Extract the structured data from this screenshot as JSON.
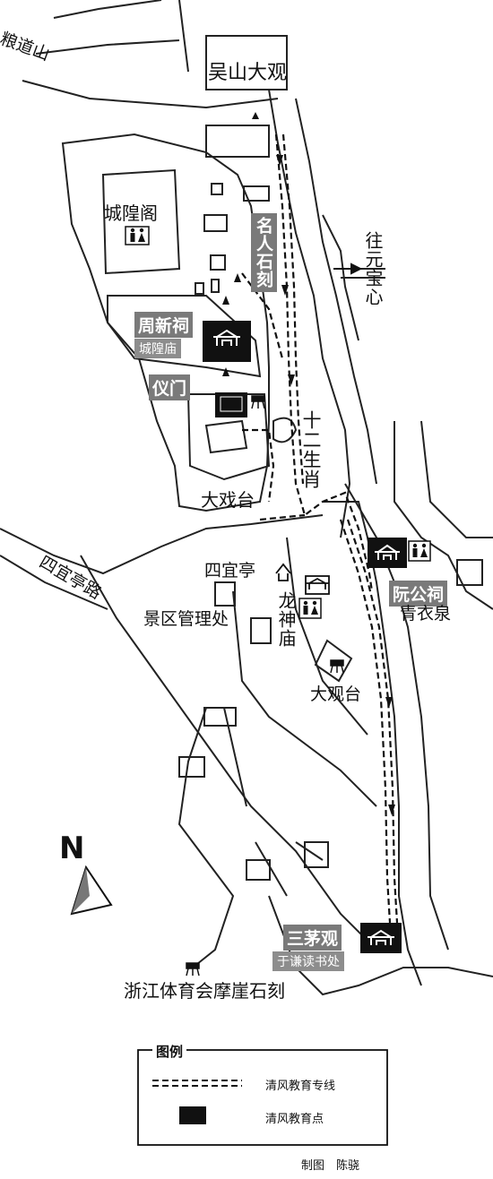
{
  "places": {
    "liangdaoshan": "粮道山",
    "wushan_daguan": "吴山大观",
    "chenghuangge": "城隍阁",
    "mingren_shike": "名人石刻",
    "wang_yuanbaoxin": "往元宝心",
    "zhouxinci": "周新祠",
    "chenghuangmiao": "城隍庙",
    "yimen": "仪门",
    "shier_shengxiao": "十二生肖",
    "daxitai": "大戏台",
    "siyiting": "四宜亭",
    "siyiting_road": "四宜亭路",
    "jingqu_guanlichu": "景区管理处",
    "longshenmiao": "龙神庙",
    "ruangongci": "阮公祠",
    "qingyiquan": "青衣泉",
    "daguantai": "大观台",
    "sanmaoguan": "三茅观",
    "yuqian_dushuchu": "于谦读书处",
    "moya_shike": "浙江体育会摩崖石刻"
  },
  "compass": {
    "label": "N"
  },
  "legend": {
    "title": "图例",
    "route_label": "清风教育专线",
    "point_label": "清风教育点"
  },
  "credit": "制图　陈骁"
}
